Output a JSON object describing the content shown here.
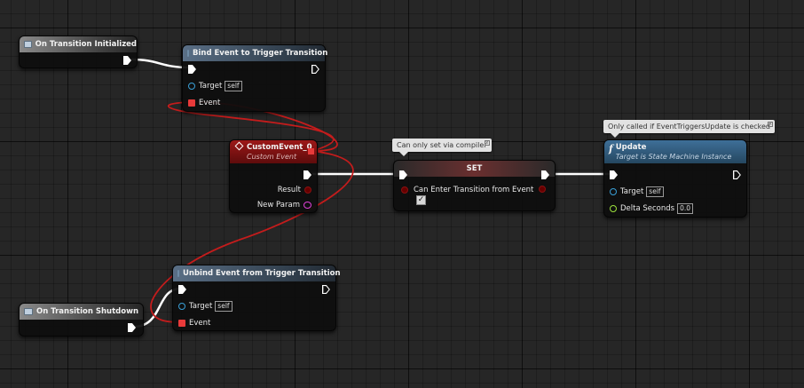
{
  "nodes": {
    "on_transition_initialized": {
      "title": "On Transition Initialized"
    },
    "bind_event": {
      "title": "Bind Event to Trigger Transition",
      "target_label": "Target",
      "target_value": "self",
      "event_label": "Event"
    },
    "custom_event": {
      "title": "CustomEvent_0",
      "subtitle": "Custom Event",
      "result_label": "Result",
      "new_param_label": "New Param"
    },
    "set_node": {
      "title": "SET",
      "bubble": "Can only set via compiler",
      "var_label": "Can Enter Transition from Event",
      "checked": true
    },
    "update_node": {
      "title": "Update",
      "subtitle": "Target is State Machine Instance",
      "bubble": "Only called if EventTriggersUpdate is checked",
      "target_label": "Target",
      "target_value": "self",
      "delta_label": "Delta Seconds",
      "delta_value": "0.0"
    },
    "unbind_event": {
      "title": "Unbind Event from Trigger Transition",
      "target_label": "Target",
      "target_value": "self",
      "event_label": "Event"
    },
    "on_transition_shutdown": {
      "title": "On Transition Shutdown"
    }
  },
  "colors": {
    "exec_wire": "#ffffff",
    "delegate_wire": "#c41c1c",
    "object_pin": "#3aa0d8",
    "float_pin": "#9be03c",
    "struct_pin": "#e040d8",
    "delegate_pin": "#e83a3a"
  },
  "icons": {
    "event_node": "event-node-icon",
    "custom_event": "diamond-event-icon",
    "function": "function-f-icon"
  }
}
